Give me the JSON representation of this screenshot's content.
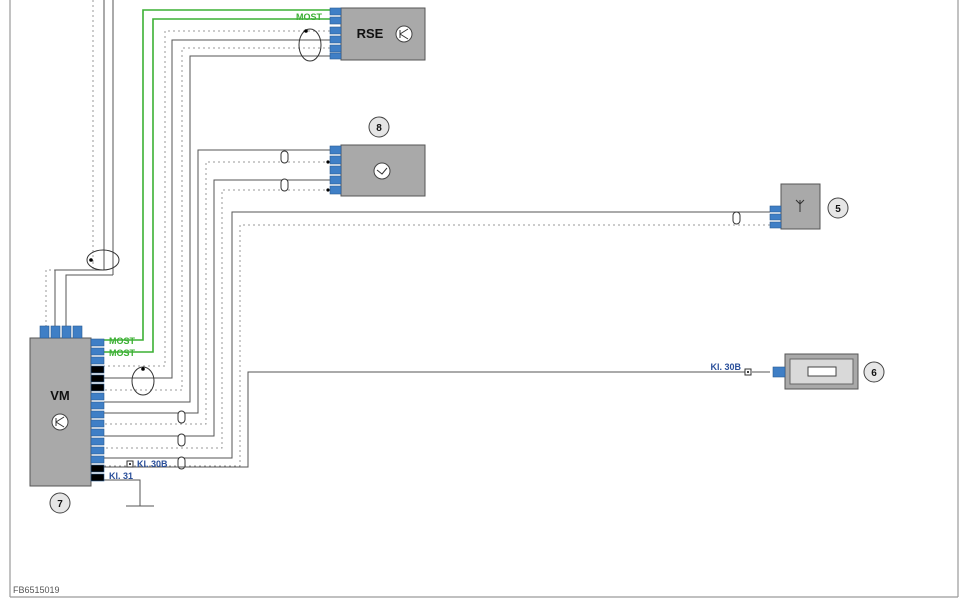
{
  "modules": {
    "vm": {
      "label": "VM"
    },
    "rse": {
      "label": "RSE"
    }
  },
  "callouts": {
    "vm": "7",
    "display": "8",
    "antenna": "5",
    "fuse": "6"
  },
  "signals": {
    "most_top": "MOST",
    "most_vm_1": "MOST",
    "most_vm_2": "MOST",
    "kl30b_vm": "Kl. 30B",
    "kl31_vm": "Kl. 31",
    "kl30b_fuse": "Kl. 30B"
  },
  "figure_id": "FB6515019",
  "colors": {
    "most_line": "#3cb034",
    "signal_label_blue": "#2a4f9a",
    "connector": "#3f7fc6",
    "module_fill": "#a9a9a9"
  }
}
